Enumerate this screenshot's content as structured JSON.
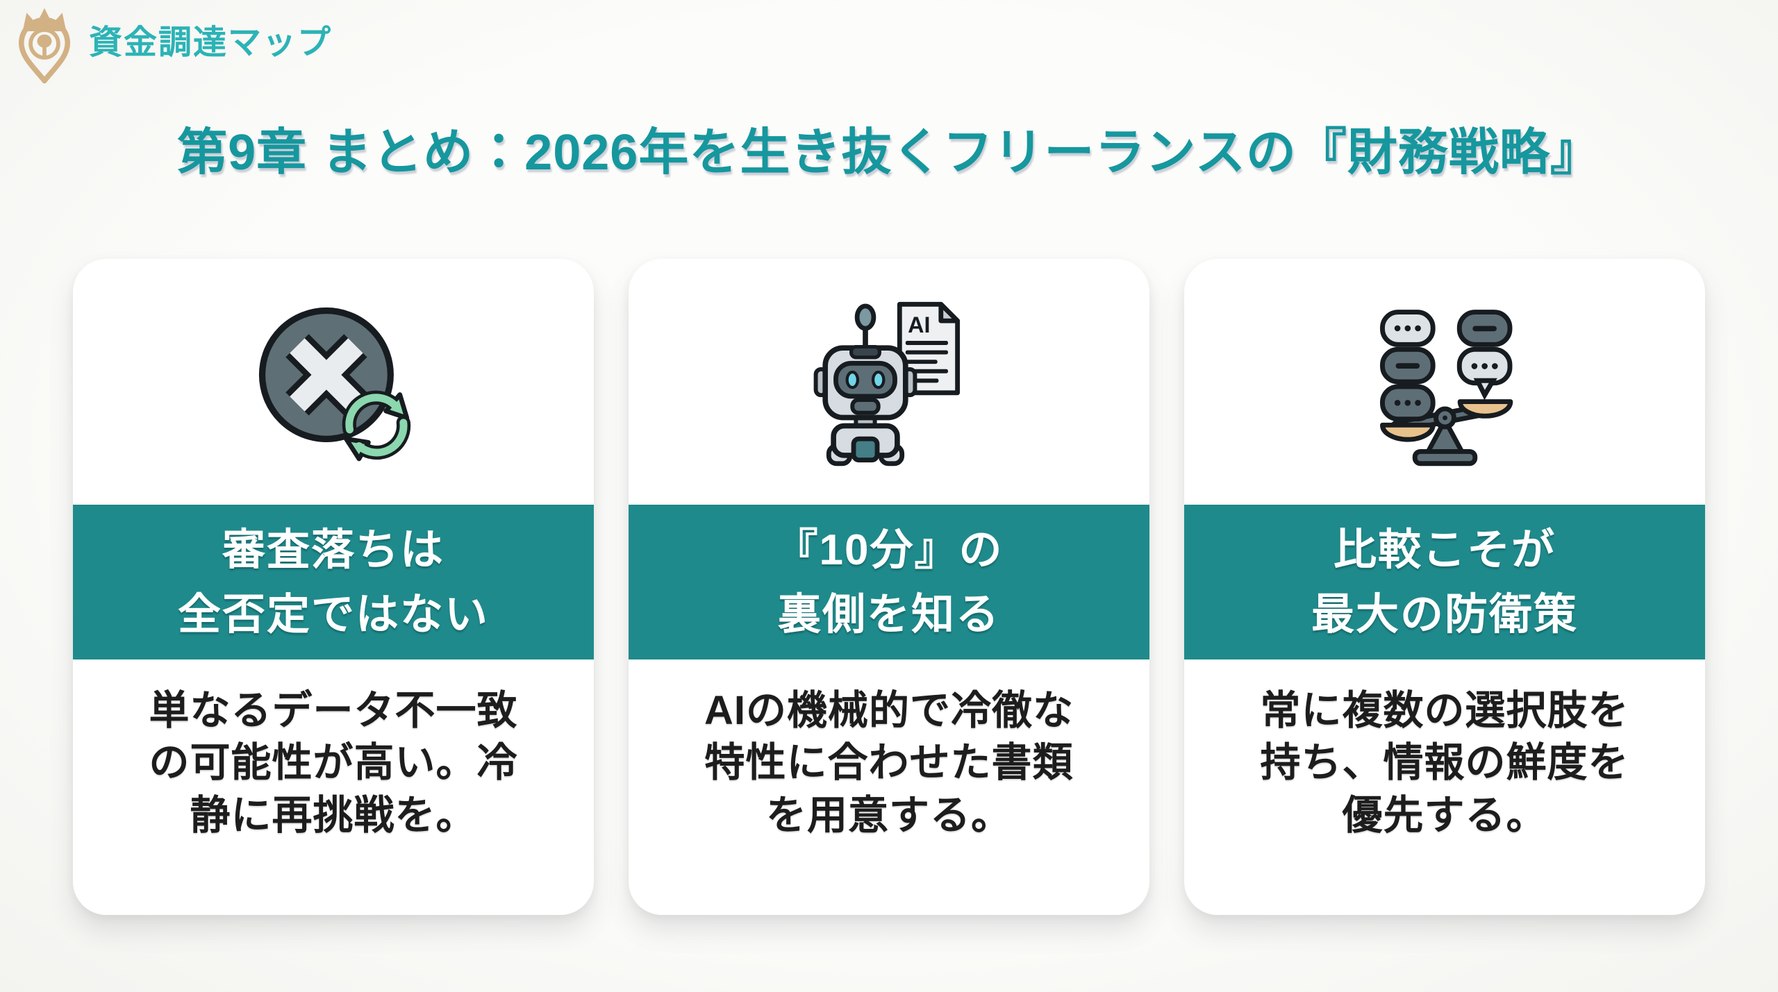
{
  "brand": {
    "name": "資金調達マップ",
    "logo_icon": "crown-map-pin"
  },
  "title": "第9章 まとめ：2026年を生き抜くフリーランスの『財務戦略』",
  "colors": {
    "banner_teal": "#1f8a8b",
    "title_teal": "#16979e",
    "brand_teal": "#2cb3b6",
    "logo_gold": "#d2b184",
    "page_background": "#f8f8f5",
    "card_background": "#ffffff",
    "body_text": "#1d1d1d",
    "icon_slate": "#5e6f76",
    "icon_mint": "#8bd7ae",
    "icon_cyan": "#72d4e8",
    "icon_tan": "#e8c28c"
  },
  "cards": [
    {
      "icon": "rejection-retry-icon",
      "banner_lines": [
        "審査落ちは",
        "全否定ではない"
      ],
      "body_lines": [
        "単なるデータ不一致",
        "の可能性が高い。冷",
        "静に再挑戦を。"
      ]
    },
    {
      "icon": "ai-robot-document-icon",
      "icon_label": "AI",
      "banner_lines": [
        "『10分』の",
        "裏側を知る"
      ],
      "body_lines": [
        "AIの機械的で冷徹な",
        "特性に合わせた書類",
        "を用意する。"
      ]
    },
    {
      "icon": "balance-scale-comparison-icon",
      "banner_lines": [
        "比較こそが",
        "最大の防衛策"
      ],
      "body_lines": [
        "常に複数の選択肢を",
        "持ち、情報の鮮度を",
        "優先する。"
      ]
    }
  ]
}
